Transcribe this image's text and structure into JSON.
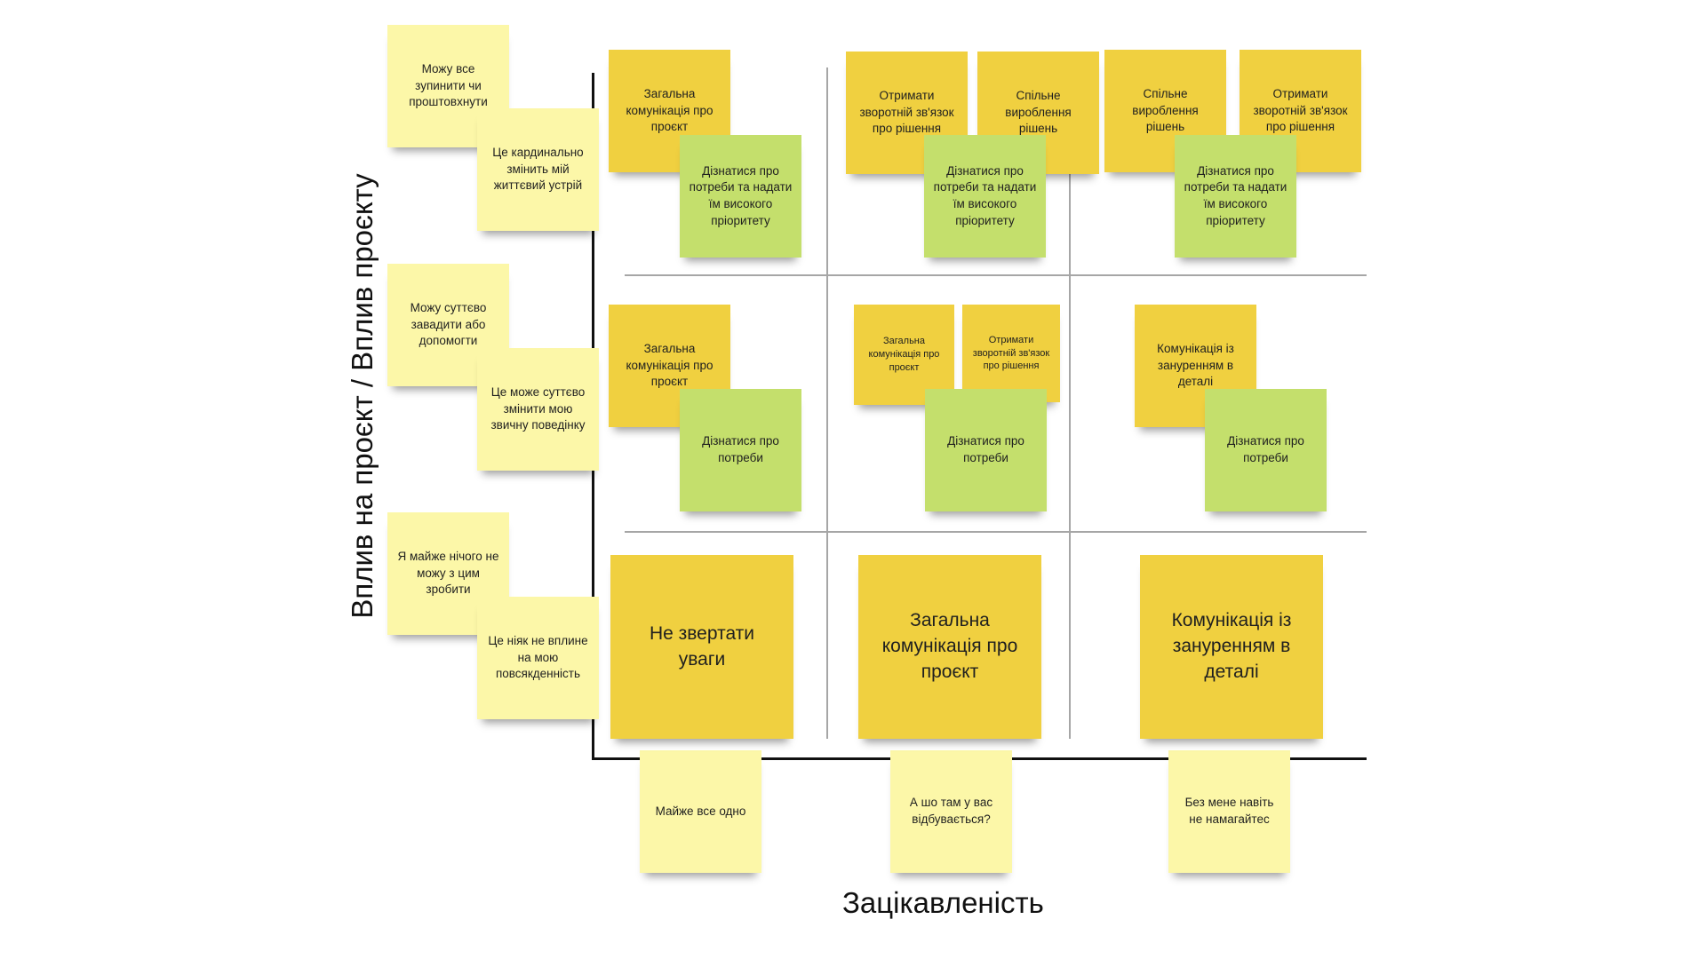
{
  "axes": {
    "x_label": "Зацікавленість",
    "y_label": "Вплив на проєкт / Вплив проєкту"
  },
  "colors": {
    "pale_note": "#fcf7a8",
    "amber_note": "#f0d040",
    "green_note": "#c4df6c",
    "axis": "#111111",
    "grid": "#a6a6a6"
  },
  "y_axis_notes": {
    "top_influence": "Можу все зупинити чи проштовхнути",
    "top_impact": "Це кардинально змінить мій життєвий устрій",
    "middle_influence": "Можу суттєво завадити або допомогти",
    "middle_impact": "Це може суттєво змінити мою звичну поведінку",
    "bottom_influence": "Я майже нічого не можу з цим зробити",
    "bottom_impact": "Це ніяк не вплине на мою повсякденність"
  },
  "x_axis_notes": {
    "low": "Майже все одно",
    "medium": "А шо там у вас відбувається?",
    "high": "Без мене навіть не намагайтес"
  },
  "cells": {
    "high_low": {
      "amber": [
        "Загальна комунікація про проєкт"
      ],
      "green": "Дізнатися про потреби та надати їм високого пріоритету"
    },
    "high_medium": {
      "amber": [
        "Отримати зворотній зв'язок про рішення",
        "Спільне вироблення рішень"
      ],
      "green": "Дізнатися про потреби та надати їм високого пріоритету"
    },
    "high_high": {
      "amber": [
        "Спільне вироблення рішень",
        "Отримати зворотній зв'язок про рішення"
      ],
      "green": "Дізнатися про потреби та надати їм високого пріоритету"
    },
    "mid_low": {
      "amber": [
        "Загальна комунікація про проєкт"
      ],
      "green": "Дізнатися про потреби"
    },
    "mid_medium": {
      "amber": [
        "Загальна комунікація про проєкт",
        "Отримати зворотній зв'язок про рішення"
      ],
      "green": "Дізнатися про потреби"
    },
    "mid_high": {
      "amber": [
        "Комунікація із зануренням в деталі"
      ],
      "green": "Дізнатися про потреби"
    },
    "low_low": {
      "amber": [
        "Не звертати уваги"
      ]
    },
    "low_medium": {
      "amber": [
        "Загальна комунікація про проєкт"
      ]
    },
    "low_high": {
      "amber": [
        "Комунікація із зануренням в деталі"
      ]
    }
  }
}
